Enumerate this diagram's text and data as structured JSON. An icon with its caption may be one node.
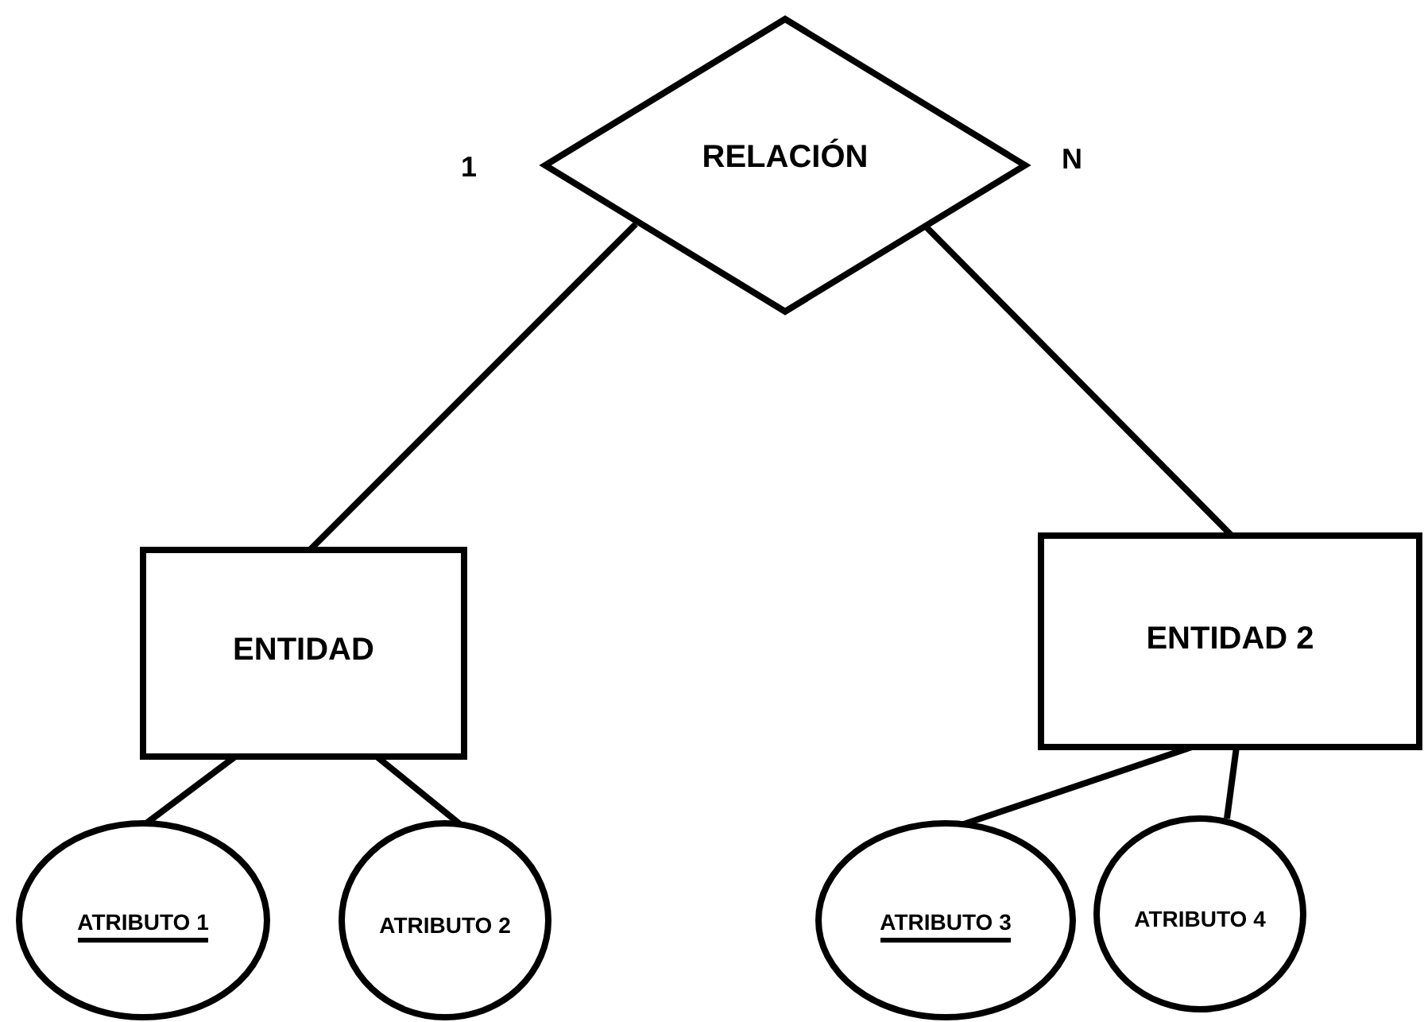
{
  "diagram": {
    "nodes": [
      {
        "text": [
          "RELACIÓN"
        ]
      },
      {
        "text": [
          "ENTIDAD"
        ]
      },
      {
        "text": [
          "ENTIDAD 2"
        ]
      },
      {
        "text": [
          "ATRIBUTO 1"
        ]
      },
      {
        "text": [
          "ATRIBUTO 2"
        ]
      },
      {
        "text": [
          "ATRIBUTO 3"
        ]
      },
      {
        "text": [
          "ATRIBUTO 4"
        ]
      }
    ],
    "edges": [
      {
        "from": 0,
        "to": 1,
        "arrow": "none"
      },
      {
        "from": 0,
        "to": 2,
        "arrow": "none"
      },
      {
        "from": 1,
        "to": 3,
        "arrow": "none"
      },
      {
        "from": 1,
        "to": 4,
        "arrow": "none"
      },
      {
        "from": 2,
        "to": 5,
        "arrow": "none"
      },
      {
        "from": 2,
        "to": 6,
        "arrow": "none"
      }
    ],
    "labels": [
      "1",
      "N"
    ]
  }
}
